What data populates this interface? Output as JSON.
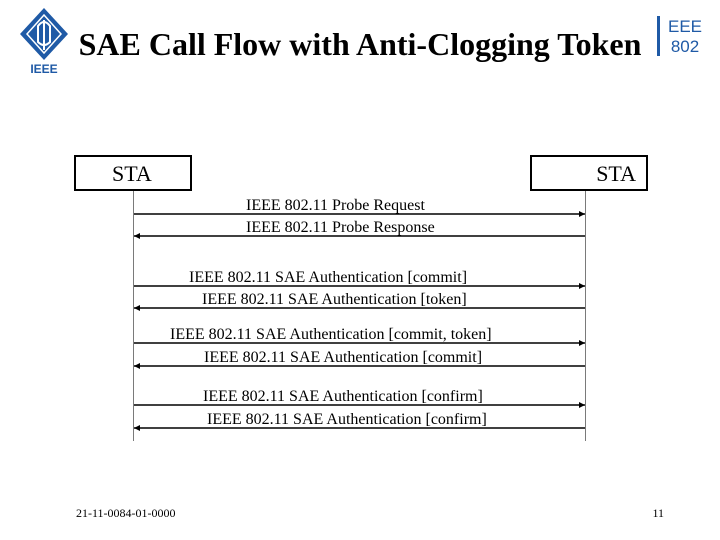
{
  "header": {
    "title": "SAE Call Flow with Anti-Clogging Token",
    "logo_left_text": "IEEE",
    "logo_right_lines": [
      "EEE",
      "802"
    ]
  },
  "participants": {
    "left": "STA",
    "right": "STA"
  },
  "messages": [
    {
      "label": "IEEE 802.11 Probe Request",
      "direction": "right"
    },
    {
      "label": "IEEE 802.11 Probe Response",
      "direction": "left"
    },
    {
      "label": "IEEE 802.11 SAE Authentication  [commit]",
      "direction": "right"
    },
    {
      "label": "IEEE 802.11 SAE Authentication  [token]",
      "direction": "left"
    },
    {
      "label": "IEEE 802.11 SAE Authentication  [commit, token]",
      "direction": "right"
    },
    {
      "label": "IEEE 802.11 SAE Authentication  [commit]",
      "direction": "left"
    },
    {
      "label": "IEEE 802.11 SAE Authentication  [confirm]",
      "direction": "right"
    },
    {
      "label": "IEEE 802.11 SAE Authentication  [confirm]",
      "direction": "left"
    }
  ],
  "footer": {
    "doc_number": "21-11-0084-01-0000",
    "page_number": "11"
  },
  "colors": {
    "logo_blue": "#1f5aa6",
    "lifeline": "#7a7a7a"
  }
}
